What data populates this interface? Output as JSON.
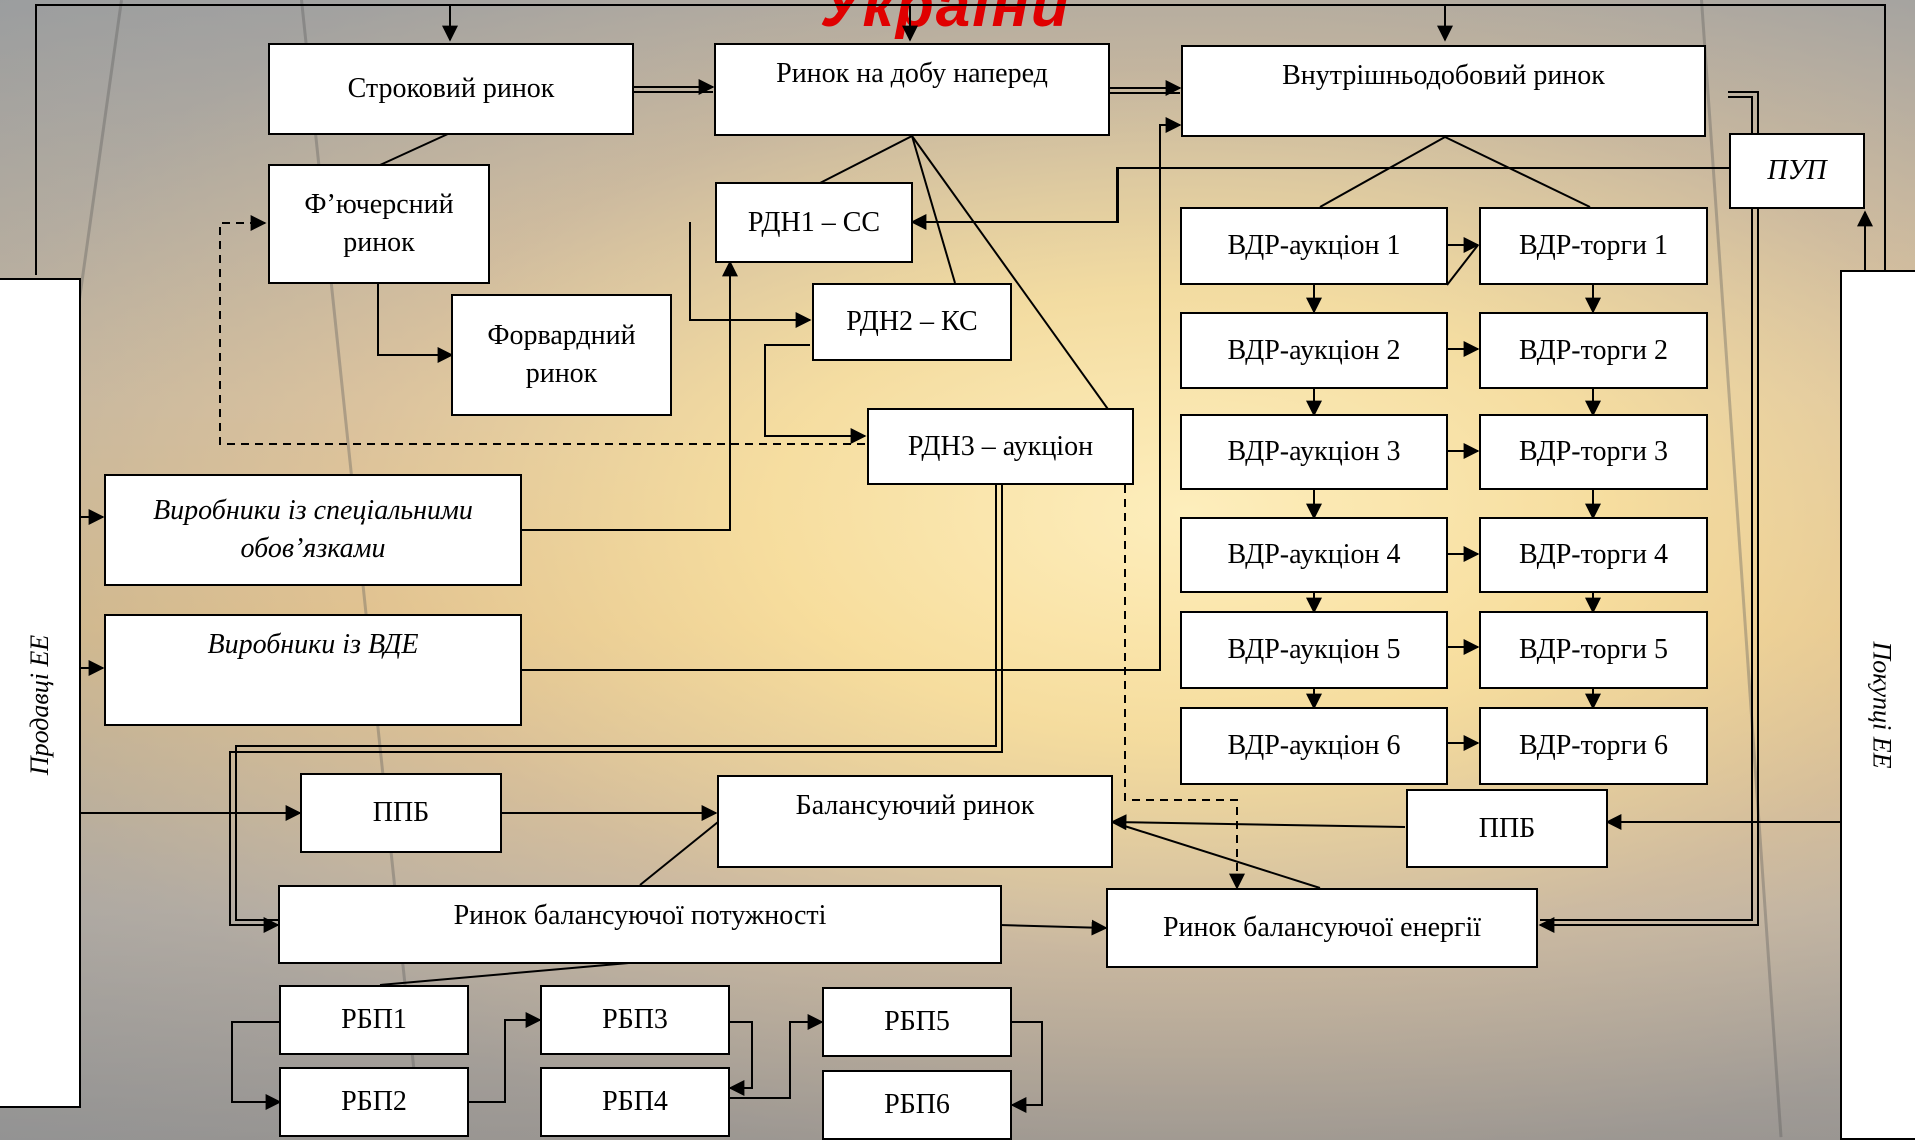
{
  "title": "України",
  "sellers": "Продавці ЕЕ",
  "buyers": "Покупці ЕЕ",
  "term_market": "Строковий ринок",
  "dam": "Ринок на добу наперед",
  "idm": "Внутрішньодобовий ринок",
  "futures": "Ф’ючерсний ринок",
  "forward": "Форвардний ринок",
  "rdn1": "РДН1 – СС",
  "rdn2": "РДН2 – КС",
  "rdn3": "РДН3 – аукціон",
  "pup": "ПУП",
  "psv": "Виробники із спеціальними обов’язками",
  "res": "Виробники із ВДЕ",
  "ppb": "ППБ",
  "balancing": "Балансуючий ринок",
  "bal_capacity": "Ринок балансуючої потужності",
  "bal_energy": "Ринок балансуючої енергії",
  "vdr_auctions": [
    "ВДР-аукціон 1",
    "ВДР-аукціон 2",
    "ВДР-аукціон 3",
    "ВДР-аукціон 4",
    "ВДР-аукціон 5",
    "ВДР-аукціон 6"
  ],
  "vdr_trades": [
    "ВДР-торги 1",
    "ВДР-торги 2",
    "ВДР-торги 3",
    "ВДР-торги 4",
    "ВДР-торги 5",
    "ВДР-торги 6"
  ],
  "rbp": [
    "РБП1",
    "РБП2",
    "РБП3",
    "РБП4",
    "РБП5",
    "РБП6"
  ],
  "colors": {
    "title": "#e00000",
    "box_bg": "#ffffff",
    "line": "#000000"
  }
}
